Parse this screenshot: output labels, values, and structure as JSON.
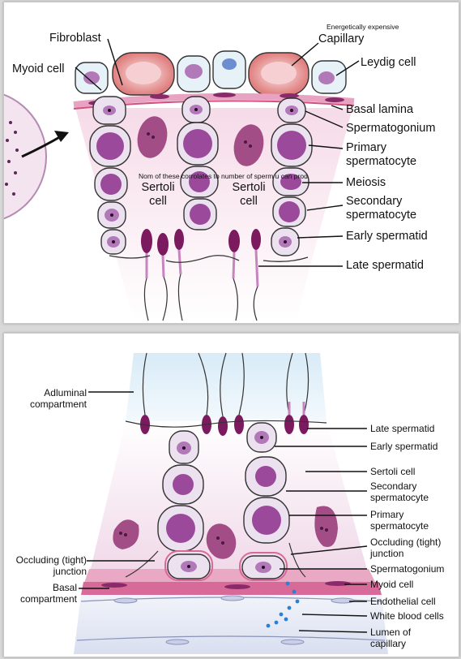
{
  "top": {
    "note_cost": "Energetically expensive",
    "note_sertoli": "Nom of these corrolates to number of sperm u can prod",
    "labels": {
      "fibroblast": "Fibroblast",
      "capillary": "Capillary",
      "myoid": "Myoid cell",
      "leydig": "Leydig cell",
      "basal_lamina": "Basal lamina",
      "spermatogonium": "Spermatogonium",
      "primary": "Primary spermatocyte",
      "meiosis": "Meiosis",
      "secondary": "Secondary spermatocyte",
      "early": "Early spermatid",
      "late": "Late spermatid",
      "sertoli_left": "Sertoli cell",
      "sertoli_right": "Sertoli cell"
    }
  },
  "bottom": {
    "labels": {
      "adluminal": "Adluminal compartment",
      "occluding_left": "Occluding (tight) junction",
      "basal": "Basal compartment",
      "late": "Late spermatid",
      "early": "Early spermatid",
      "sertoli": "Sertoli cell",
      "secondary": "Secondary spermatocyte",
      "primary": "Primary spermatocyte",
      "occluding_right": "Occluding (tight) junction",
      "spermatogonium": "Spermatogonium",
      "myoid": "Myoid cell",
      "endothelial": "Endothelial cell",
      "wbc": "White blood cells",
      "lumen": "Lumen of capillary"
    }
  },
  "colors": {
    "nucleus": "#9b4a9b",
    "cell_fill": "#ece2ef",
    "sertoli_nucleus": "#a24d86",
    "sperm_head": "#7b1a5e",
    "lamina": "#d86a99",
    "myoid": "#8a2a6b",
    "wbc": "#2b7fd4",
    "lumen": "#e3e8f3"
  }
}
